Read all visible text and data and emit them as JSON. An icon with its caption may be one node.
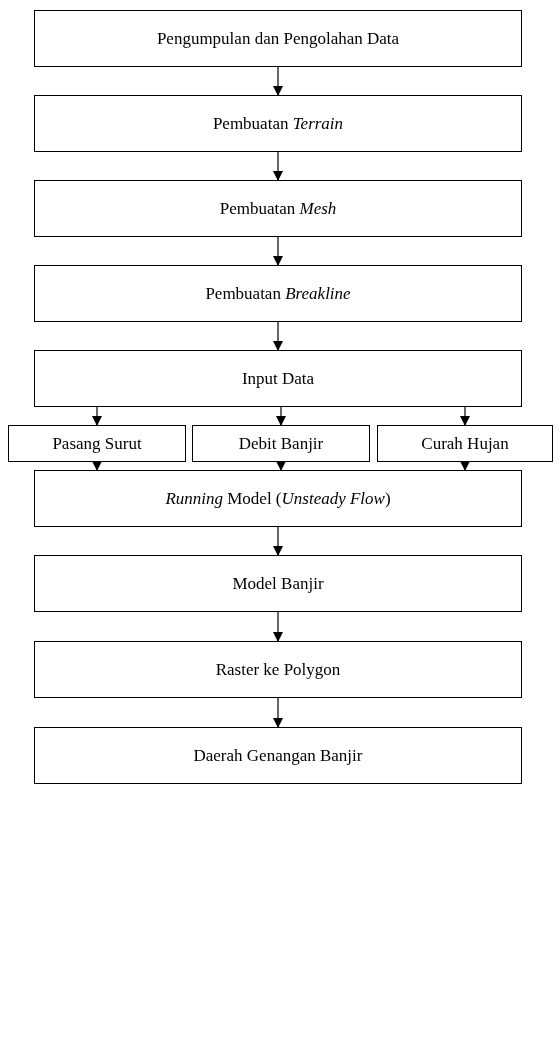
{
  "diagram": {
    "nodes": [
      {
        "text": [
          "Pengumpulan dan Pengolahan Data"
        ]
      },
      {
        "text": [
          "Pembuatan *Terrain*"
        ]
      },
      {
        "text": [
          "Pembuatan *Mesh*"
        ]
      },
      {
        "text": [
          "Pembuatan *Breakline*"
        ]
      },
      {
        "text": [
          "Input Data"
        ]
      },
      {
        "text": [
          "Pasang Surut"
        ]
      },
      {
        "text": [
          "Debit Banjir"
        ]
      },
      {
        "text": [
          "Curah Hujan"
        ]
      },
      {
        "text": [
          "*Running* Model (*Unsteady Flow*)"
        ]
      },
      {
        "text": [
          "Model Banjir"
        ]
      },
      {
        "text": [
          "Raster ke Polygon"
        ]
      },
      {
        "text": [
          "Daerah Genangan Banjir"
        ]
      }
    ],
    "edges": [
      {
        "from": 0,
        "to": 1,
        "arrow": "to"
      },
      {
        "from": 1,
        "to": 2,
        "arrow": "to"
      },
      {
        "from": 2,
        "to": 3,
        "arrow": "to"
      },
      {
        "from": 3,
        "to": 4,
        "arrow": "to"
      },
      {
        "from": 4,
        "to": 5,
        "arrow": "to"
      },
      {
        "from": 4,
        "to": 6,
        "arrow": "to"
      },
      {
        "from": 4,
        "to": 7,
        "arrow": "to"
      },
      {
        "from": 5,
        "to": 8,
        "arrow": "to"
      },
      {
        "from": 6,
        "to": 8,
        "arrow": "to"
      },
      {
        "from": 7,
        "to": 8,
        "arrow": "to"
      },
      {
        "from": 8,
        "to": 9,
        "arrow": "to"
      },
      {
        "from": 9,
        "to": 10,
        "arrow": "to"
      },
      {
        "from": 10,
        "to": 11,
        "arrow": "to"
      }
    ]
  }
}
